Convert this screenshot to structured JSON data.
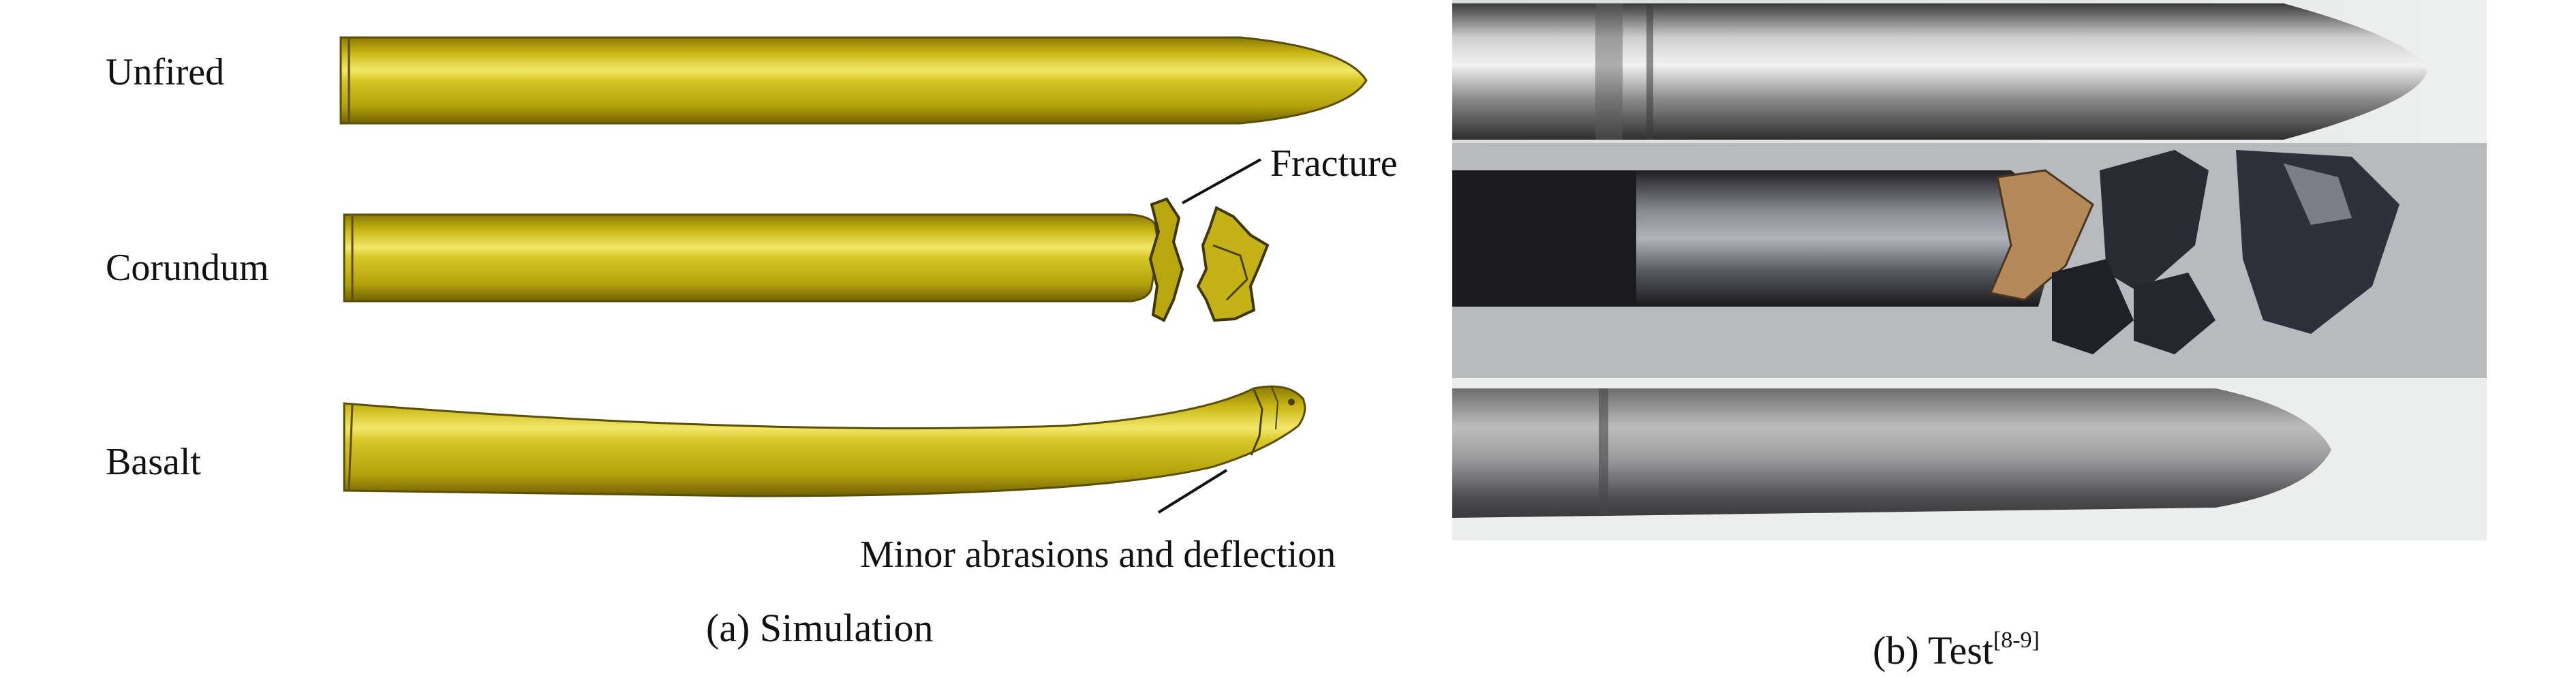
{
  "simulation": {
    "rows": [
      {
        "label": "Unfired"
      },
      {
        "label": "Corundum"
      },
      {
        "label": "Basalt"
      }
    ],
    "annotations": {
      "fracture": "Fracture",
      "abrasion": "Minor abrasions and deflection"
    },
    "caption": "(a) Simulation"
  },
  "test": {
    "caption_main": "(b) Test",
    "caption_ref": "[8-9]"
  },
  "colors": {
    "projectile_gold": "#c8b412",
    "projectile_highlight": "#f4e96a",
    "projectile_shadow": "#7d6d05"
  }
}
